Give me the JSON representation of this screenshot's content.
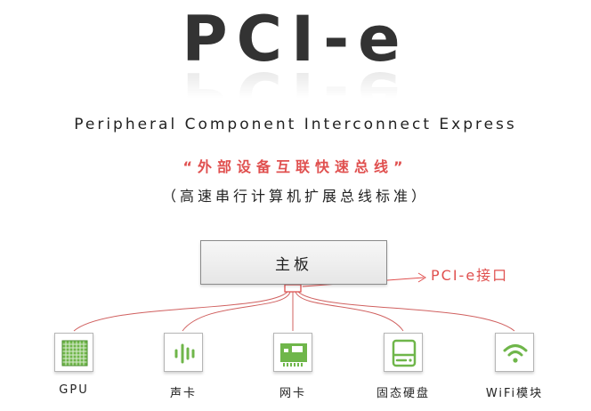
{
  "header": {
    "title": "PCI-e",
    "subtitle": "Peripheral Component Interconnect Express",
    "quote_cn": "“外部设备互联快速总线”",
    "desc_cn": "（高速串行计算机扩展总线标准）"
  },
  "diagram": {
    "mainboard_label": "主板",
    "interface_label": "PCI-e接口",
    "devices": [
      {
        "label": "GPU",
        "icon": "gpu-chip-icon"
      },
      {
        "label": "声卡",
        "icon": "sound-wave-icon"
      },
      {
        "label": "网卡",
        "icon": "network-card-icon"
      },
      {
        "label": "固态硬盘",
        "icon": "ssd-drive-icon"
      },
      {
        "label": "WiFi模块",
        "icon": "wifi-icon"
      }
    ]
  },
  "colors": {
    "accent_red": "#e0504f",
    "icon_green": "#6fb64a",
    "text_dark": "#222222",
    "title_gray": "#333333"
  }
}
